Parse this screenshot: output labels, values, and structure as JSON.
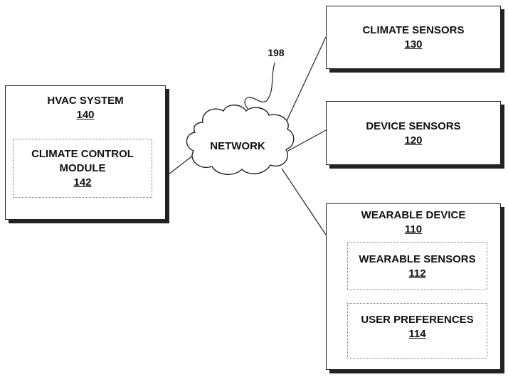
{
  "network": {
    "label": "NETWORK",
    "ref": "198"
  },
  "hvac": {
    "title": "HVAC SYSTEM",
    "ref": "140",
    "module": {
      "title_line1": "CLIMATE CONTROL",
      "title_line2": "MODULE",
      "ref": "142"
    }
  },
  "climate_sensors": {
    "title": "CLIMATE SENSORS",
    "ref": "130"
  },
  "device_sensors": {
    "title": "DEVICE SENSORS",
    "ref": "120"
  },
  "wearable": {
    "title": "WEARABLE DEVICE",
    "ref": "110",
    "sensors": {
      "title": "WEARABLE SENSORS",
      "ref": "112"
    },
    "preferences": {
      "title": "USER PREFERENCES",
      "ref": "114"
    }
  }
}
